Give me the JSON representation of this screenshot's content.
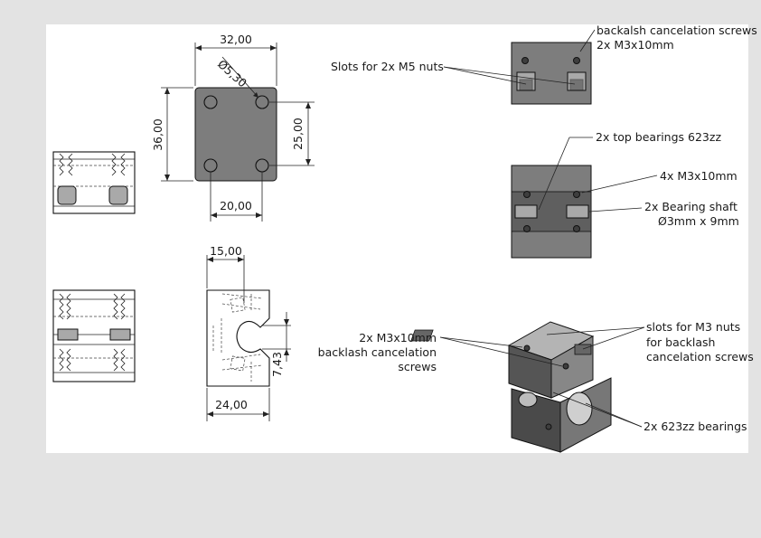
{
  "dimensions": {
    "top_width": "32,00",
    "hole_dia": "Ø5,30",
    "height": "36,00",
    "hole_spacing_v": "25,00",
    "hole_spacing_h": "20,00",
    "slot_offset": "15,00",
    "slot_gap": "7,43",
    "bottom_width": "24,00"
  },
  "callouts": {
    "slots_m5": "Slots for 2x M5 nuts",
    "backlash_screws_1": "backalsh cancelation screws",
    "backlash_screws_2": "2x M3x10mm",
    "top_bearings": "2x top bearings 623zz",
    "m3_screws": "4x M3x10mm",
    "shaft_1": "2x Bearing shaft",
    "shaft_2": "Ø3mm x 9mm",
    "backlash_left_1": "2x M3x10mm",
    "backlash_left_2": "backlash cancelation",
    "backlash_left_3": "screws",
    "nuts_1": "slots for M3 nuts",
    "nuts_2": "for backlash",
    "nuts_3": "cancelation screws",
    "bearings_623": "2x 623zz bearings"
  }
}
